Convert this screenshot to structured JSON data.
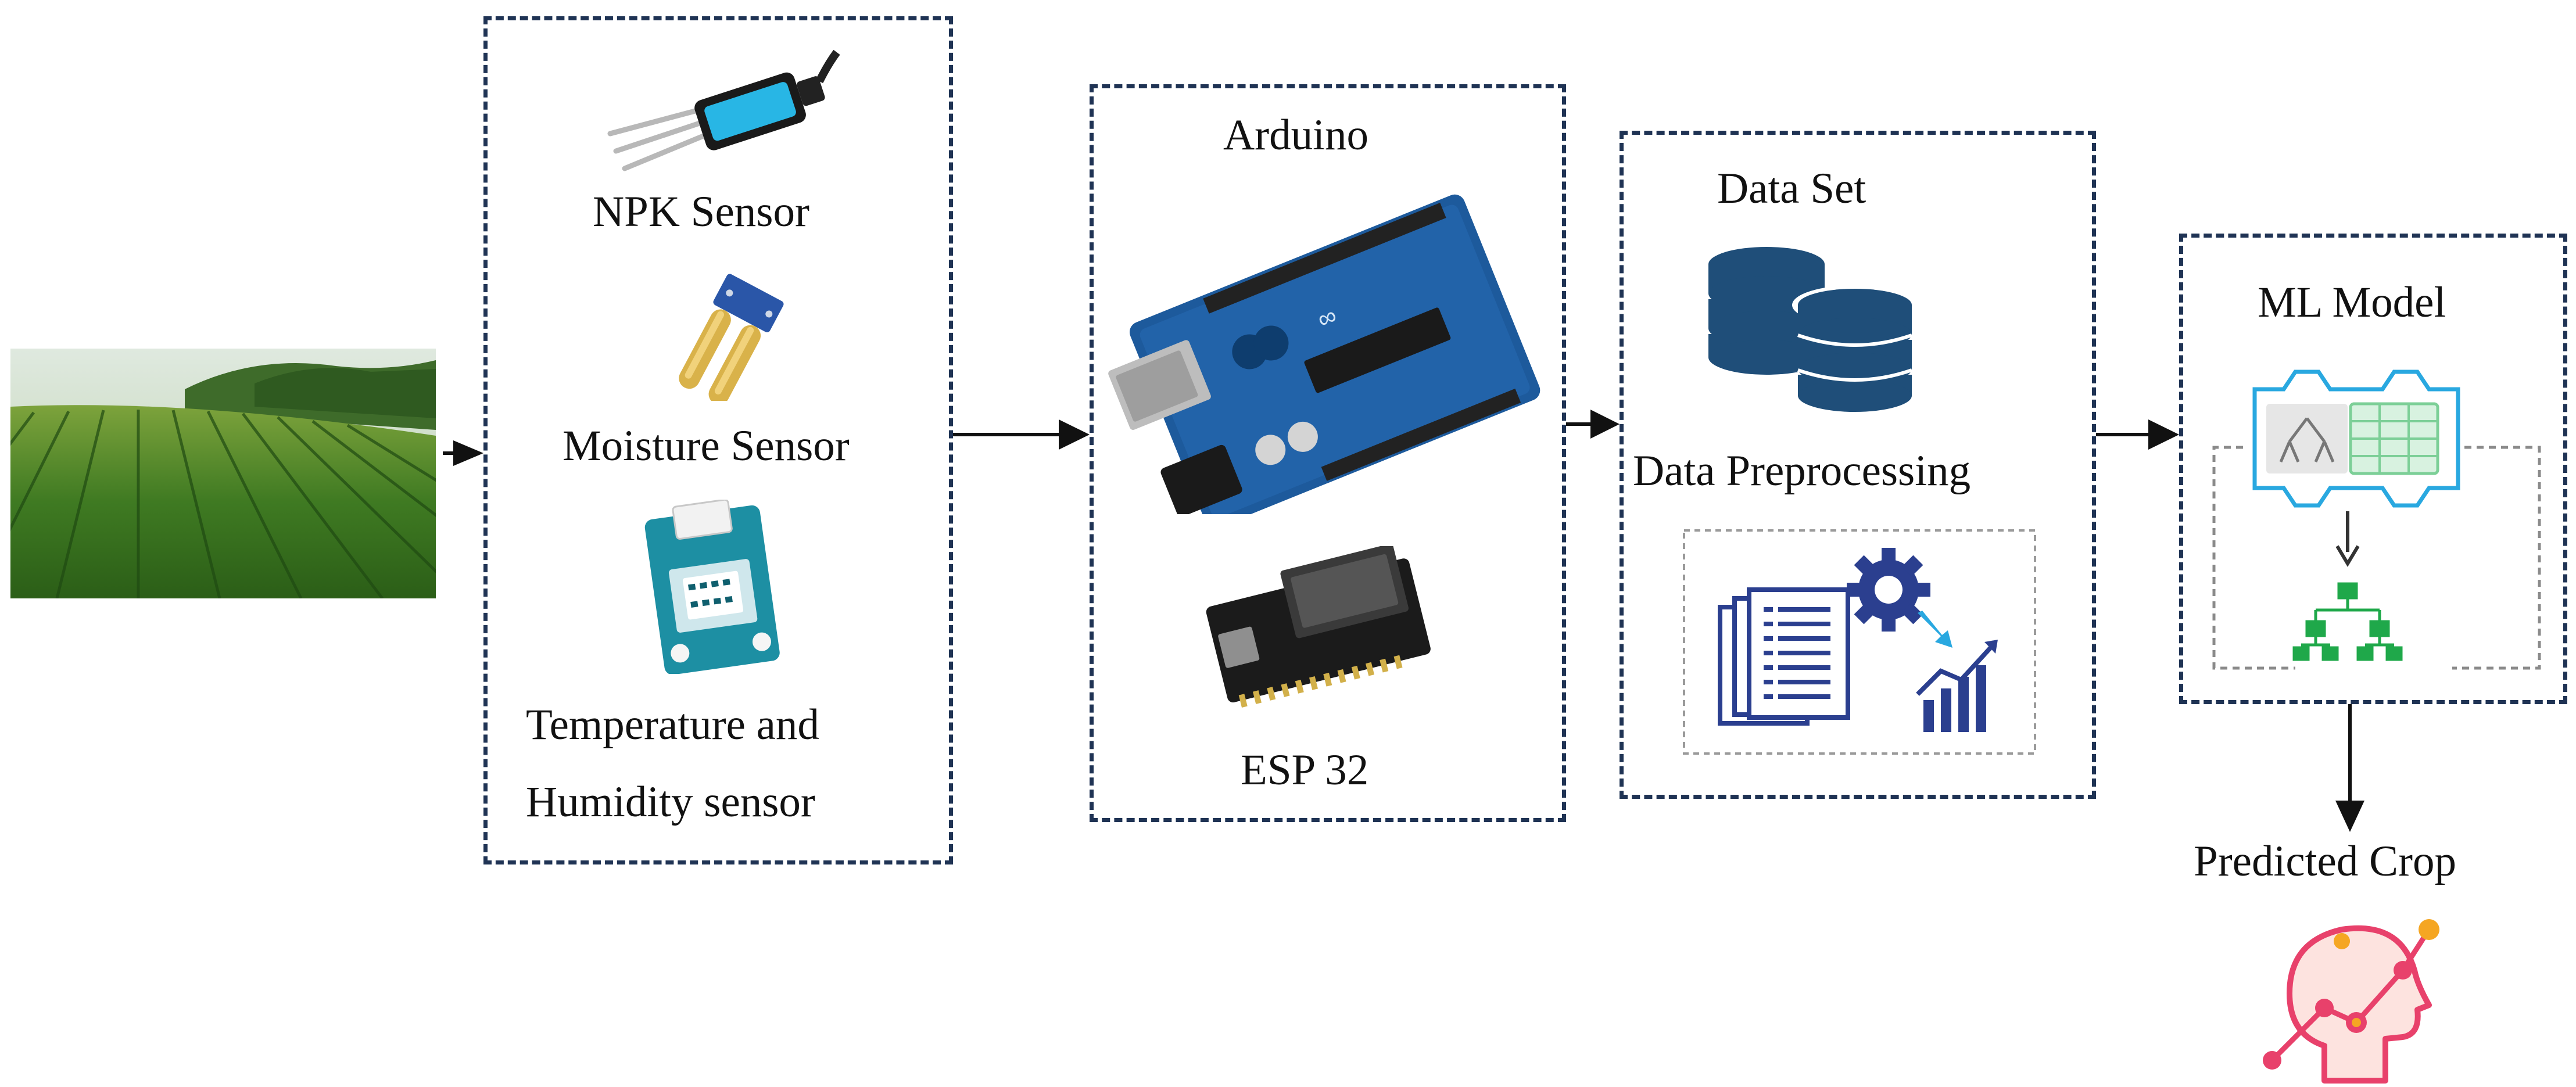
{
  "diagram": {
    "sensors": {
      "npk_label": "NPK Sensor",
      "moisture_label": "Moisture Sensor",
      "temp_humidity_label_line1": "Temperature and",
      "temp_humidity_label_line2": "Humidity sensor"
    },
    "controllers": {
      "arduino_label": "Arduino",
      "esp_label": "ESP 32"
    },
    "data": {
      "dataset_label": "Data Set",
      "preprocessing_label": "Data Preprocessing"
    },
    "model": {
      "ml_label": "ML Model"
    },
    "output": {
      "predicted_label": "Predicted Crop"
    }
  },
  "colors": {
    "box_border": "#1f3354",
    "arrow": "#111111",
    "database": "#1f4e79",
    "preprocess_icon": "#2b3f8f",
    "gear_blue": "#29a8e0",
    "tree_green": "#1fa84a",
    "head_pink": "#e8416b",
    "head_orange": "#f5a623",
    "arduino_blue": "#1d5a9c",
    "esp_black": "#1b1b1b"
  }
}
